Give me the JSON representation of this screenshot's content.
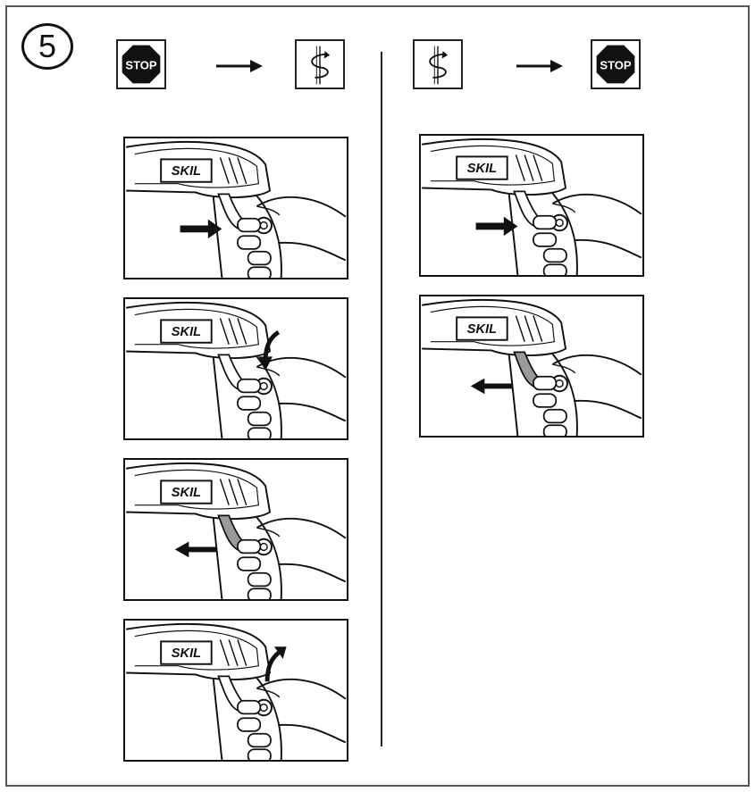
{
  "step_number": "5",
  "sequences": [
    {
      "from_icon": "stop-icon",
      "to_icon": "rotation-icon",
      "from_label": "STOP",
      "to_label": ""
    },
    {
      "from_icon": "rotation-icon",
      "to_icon": "stop-icon",
      "from_label": "",
      "to_label": "STOP"
    }
  ],
  "brand_label": "SKIL",
  "panels": {
    "left": [
      "press-trigger",
      "rotate-lock-in",
      "slide-lever-out",
      "release-lever"
    ],
    "right": [
      "press-trigger",
      "slide-lever-out"
    ]
  },
  "colors": {
    "ink": "#111111",
    "lever": "#9a9a9a",
    "frame": "#555555"
  }
}
